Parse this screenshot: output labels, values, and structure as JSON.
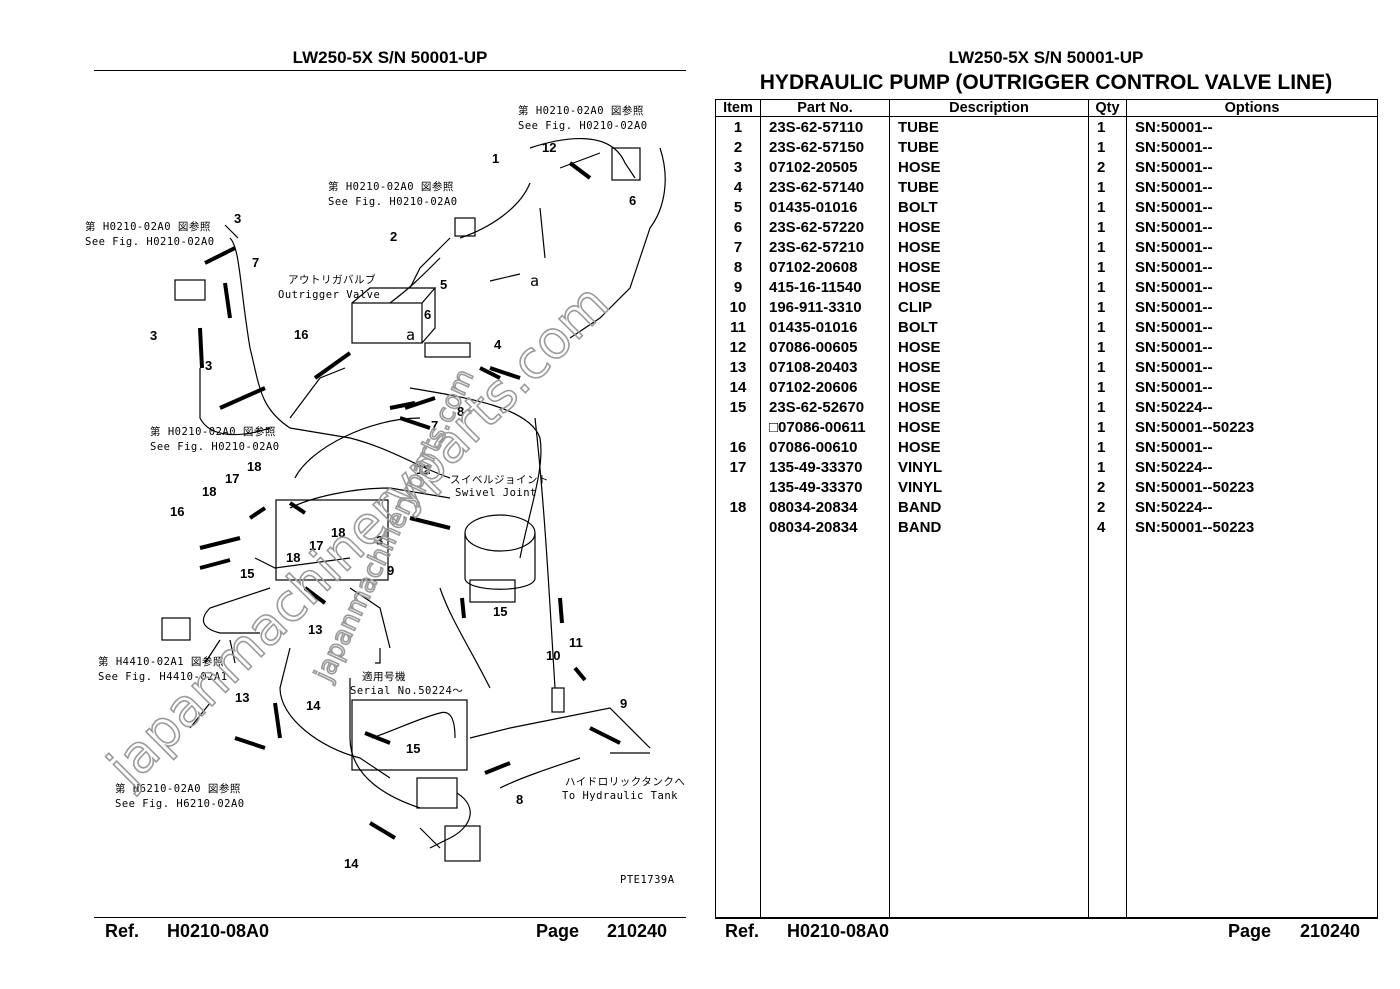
{
  "left_page": {
    "header": "LW250-5X S/N 50001-UP",
    "footer": {
      "ref_label": "Ref.",
      "ref_value": "H0210-08A0",
      "page_label": "Page",
      "page_value": "210240"
    }
  },
  "right_page": {
    "header": "LW250-5X S/N 50001-UP",
    "title": "HYDRAULIC PUMP (OUTRIGGER CONTROL VALVE LINE)",
    "footer": {
      "ref_label": "Ref.",
      "ref_value": "H0210-08A0",
      "page_label": "Page",
      "page_value": "210240"
    }
  },
  "diagram": {
    "notes": {
      "fig1_jp": "第 H0210-02A0 図参照",
      "fig1_en": "See Fig. H0210-02A0",
      "fig2_jp": "第 H0210-02A0 図参照",
      "fig2_en": "See Fig. H0210-02A0",
      "fig3_jp": "第 H0210-02A0 図参照",
      "fig3_en": "See Fig. H0210-02A0",
      "fig4_jp": "第 H0210-02A0 図参照",
      "fig4_en": "See Fig. H0210-02A0",
      "fig5_jp": "第 H4410-02A1 図参照",
      "fig5_en": "See Fig. H4410-02A1",
      "fig6_jp": "第 H6210-02A0 図参照",
      "fig6_en": "See Fig. H6210-02A0",
      "outrigger_jp": "アウトリガバルブ",
      "outrigger_en": "Outrigger Valve",
      "swivel_jp": "スイベルジョイント",
      "swivel_en": "Swivel Joint",
      "serial_jp": "適用号機",
      "serial_en": "Serial No.50224〜",
      "tank_jp": "ハイドロリックタンクへ",
      "tank_en": "To Hydraulic Tank",
      "arrow_a1": "a",
      "arrow_a2": "a",
      "drawing_no": "PTE1739A"
    },
    "watermark": "japanmachineryparts.com",
    "callouts": [
      "1",
      "2",
      "3",
      "3",
      "3",
      "3",
      "4",
      "5",
      "6",
      "6",
      "7",
      "7",
      "8",
      "8",
      "9",
      "9",
      "10",
      "11",
      "12",
      "12",
      "13",
      "13",
      "14",
      "14",
      "15",
      "15",
      "15",
      "16",
      "16",
      "17",
      "17",
      "18",
      "18",
      "18",
      "18"
    ]
  },
  "table": {
    "headers": [
      "Item",
      "Part No.",
      "Description",
      "Qty",
      "Options"
    ],
    "rows": [
      {
        "item": "1",
        "part": "23S-62-57110",
        "desc": "TUBE",
        "qty": "1",
        "opt": "SN:50001--"
      },
      {
        "item": "2",
        "part": "23S-62-57150",
        "desc": "TUBE",
        "qty": "1",
        "opt": "SN:50001--"
      },
      {
        "item": "3",
        "part": "07102-20505",
        "desc": "HOSE",
        "qty": "2",
        "opt": "SN:50001--"
      },
      {
        "item": "4",
        "part": "23S-62-57140",
        "desc": "TUBE",
        "qty": "1",
        "opt": "SN:50001--"
      },
      {
        "item": "5",
        "part": "01435-01016",
        "desc": "BOLT",
        "qty": "1",
        "opt": "SN:50001--"
      },
      {
        "item": "6",
        "part": "23S-62-57220",
        "desc": "HOSE",
        "qty": "1",
        "opt": "SN:50001--"
      },
      {
        "item": "7",
        "part": "23S-62-57210",
        "desc": "HOSE",
        "qty": "1",
        "opt": "SN:50001--"
      },
      {
        "item": "8",
        "part": "07102-20608",
        "desc": "HOSE",
        "qty": "1",
        "opt": "SN:50001--"
      },
      {
        "item": "9",
        "part": "415-16-11540",
        "desc": "HOSE",
        "qty": "1",
        "opt": "SN:50001--"
      },
      {
        "item": "10",
        "part": "196-911-3310",
        "desc": "CLIP",
        "qty": "1",
        "opt": "SN:50001--"
      },
      {
        "item": "11",
        "part": "01435-01016",
        "desc": "BOLT",
        "qty": "1",
        "opt": "SN:50001--"
      },
      {
        "item": "12",
        "part": "07086-00605",
        "desc": "HOSE",
        "qty": "1",
        "opt": "SN:50001--"
      },
      {
        "item": "13",
        "part": "07108-20403",
        "desc": "HOSE",
        "qty": "1",
        "opt": "SN:50001--"
      },
      {
        "item": "14",
        "part": "07102-20606",
        "desc": "HOSE",
        "qty": "1",
        "opt": "SN:50001--"
      },
      {
        "item": "15",
        "part": "23S-62-52670",
        "desc": "HOSE",
        "qty": "1",
        "opt": "SN:50224--"
      },
      {
        "item": "",
        "part": "□07086-00611",
        "desc": "HOSE",
        "qty": "1",
        "opt": "SN:50001--50223"
      },
      {
        "item": "16",
        "part": "07086-00610",
        "desc": "HOSE",
        "qty": "1",
        "opt": "SN:50001--"
      },
      {
        "item": "17",
        "part": "135-49-33370",
        "desc": "VINYL",
        "qty": "1",
        "opt": "SN:50224--"
      },
      {
        "item": "",
        "part": "135-49-33370",
        "desc": "VINYL",
        "qty": "2",
        "opt": "SN:50001--50223"
      },
      {
        "item": "18",
        "part": "08034-20834",
        "desc": "BAND",
        "qty": "2",
        "opt": "SN:50224--"
      },
      {
        "item": "",
        "part": "08034-20834",
        "desc": "BAND",
        "qty": "4",
        "opt": "SN:50001--50223"
      }
    ]
  }
}
